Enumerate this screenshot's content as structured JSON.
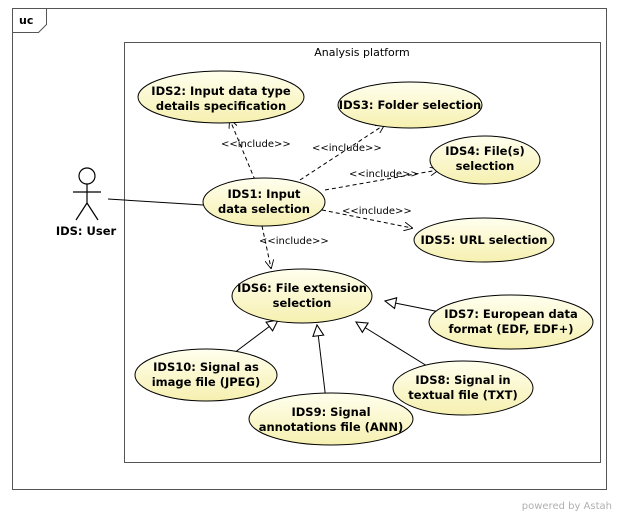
{
  "frame_label": "uc",
  "system_boundary_label": "Analysis platform",
  "actor_label": "IDS: User",
  "include_label": "<<include>>",
  "footer": "powered by Astah",
  "use_cases": {
    "ids1": [
      "IDS1: Input",
      "data selection"
    ],
    "ids2": [
      "IDS2: Input data type",
      "details specification"
    ],
    "ids3": [
      "IDS3: Folder selection"
    ],
    "ids4": [
      "IDS4: File(s)",
      "selection"
    ],
    "ids5": [
      "IDS5: URL selection"
    ],
    "ids6": [
      "IDS6: File extension",
      "selection"
    ],
    "ids7": [
      "IDS7: European data",
      "format (EDF, EDF+)"
    ],
    "ids8": [
      "IDS8: Signal in",
      "textual file (TXT)"
    ],
    "ids9": [
      "IDS9: Signal",
      "annotations file (ANN)"
    ],
    "ids10": [
      "IDS10: Signal as",
      "image file (JPEG)"
    ]
  },
  "colors": {
    "usecase_fill_light": "#ffffee",
    "usecase_fill_dark": "#f7f3b8",
    "line": "#000000",
    "footer": "#b0b0b0"
  }
}
